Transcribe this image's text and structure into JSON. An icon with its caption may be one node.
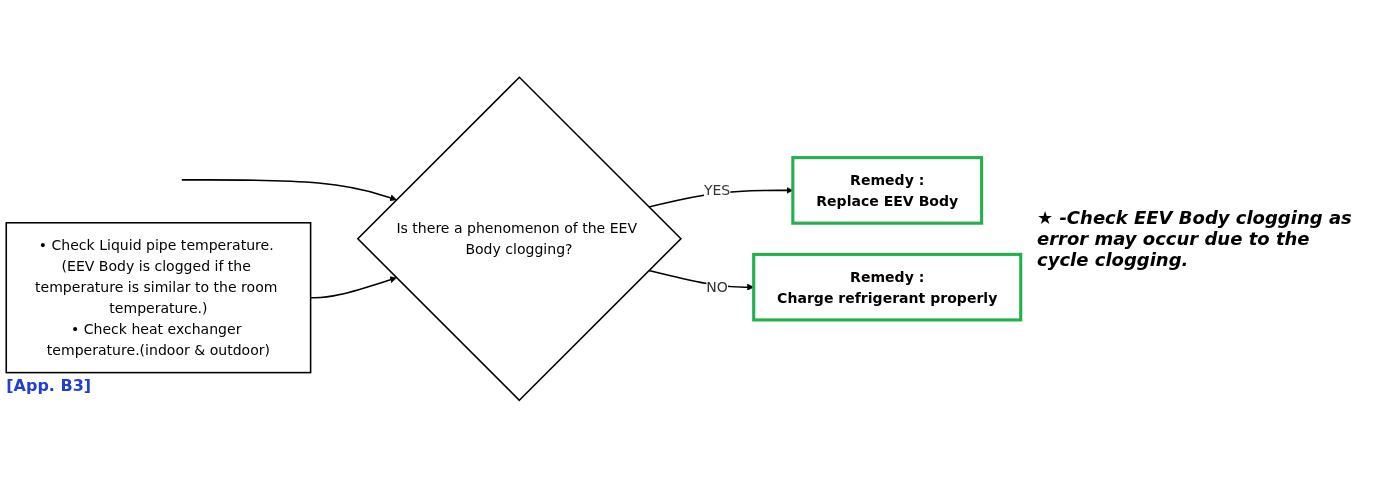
{
  "diagram": {
    "nodes": [
      {
        "text": [
          "• Check Liquid pipe temperature. (EEV Body is clogged if the temperature is similar to the room temperature.)",
          "• Check heat exchanger temperature.(indoor & outdoor)"
        ],
        "beside": [
          "[App. B3]"
        ]
      },
      {
        "text": [
          "Is there a phenomenon of the EEV Body clogging?"
        ]
      },
      {
        "text": [
          "Remedy :",
          "Replace EEV Body"
        ]
      },
      {
        "text": [
          "Remedy :",
          "Charge refrigerant properly"
        ]
      }
    ],
    "edges": [
      {
        "from": null,
        "to": 1,
        "arrow": "to"
      },
      {
        "from": 0,
        "to": 1,
        "arrow": "to"
      },
      {
        "from": 1,
        "to": 2,
        "label": "YES",
        "arrow": "to"
      },
      {
        "from": 1,
        "to": 3,
        "label": "NO",
        "arrow": "to"
      }
    ],
    "labels": [
      "★ -Check EEV Body clogging as error may occur due to the cycle clogging."
    ]
  }
}
